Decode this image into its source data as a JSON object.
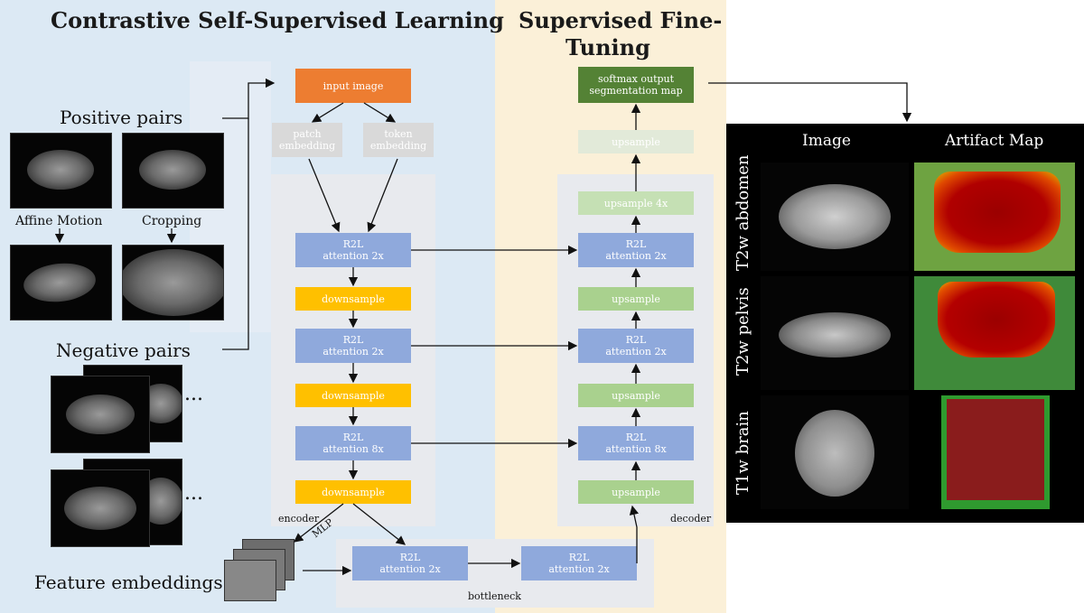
{
  "titles": {
    "left": "Contrastive Self-Supervised Learning",
    "middle_line1": "Supervised Fine-",
    "middle_line2": "Tuning"
  },
  "left_panel": {
    "positive_pairs": "Positive pairs",
    "affine_motion": "Affine Motion",
    "cropping": "Cropping",
    "negative_pairs": "Negative pairs",
    "ellipsis1": "...",
    "ellipsis2": "...",
    "feature_embeddings": "Feature embeddings",
    "mlp": "MLP"
  },
  "encoder": {
    "input_image": "input image",
    "patch_embedding_l1": "patch",
    "patch_embedding_l2": "embedding",
    "token_embedding_l1": "token",
    "token_embedding_l2": "embedding",
    "attn1_l1": "R2L",
    "attn1_l2": "attention 2x",
    "down1": "downsample",
    "attn2_l1": "R2L",
    "attn2_l2": "attention 2x",
    "down2": "downsample",
    "attn3_l1": "R2L",
    "attn3_l2": "attention 8x",
    "down3": "downsample",
    "label": "encoder"
  },
  "bottleneck": {
    "b1_l1": "R2L",
    "b1_l2": "attention 2x",
    "b2_l1": "R2L",
    "b2_l2": "attention 2x",
    "label": "bottleneck"
  },
  "decoder": {
    "output_l1": "softmax output",
    "output_l2": "segmentation map",
    "up_top": "upsample",
    "up4x": "upsample 4x",
    "attn1_l1": "R2L",
    "attn1_l2": "attention 2x",
    "up1": "upsample",
    "attn2_l1": "R2L",
    "attn2_l2": "attention 2x",
    "up2": "upsample",
    "attn3_l1": "R2L",
    "attn3_l2": "attention 8x",
    "up3": "upsample",
    "label": "decoder"
  },
  "results": {
    "col_image": "Image",
    "col_artifact": "Artifact Map",
    "row1": "T2w abdomen",
    "row2": "T2w pelvis",
    "row3": "T1w brain"
  },
  "colors": {
    "left_bg": "#dce9f4",
    "middle_bg": "#fbf0d8",
    "attention": "#8fa9dc",
    "downsample": "#ffc000",
    "upsample": "#a9d18e",
    "input": "#ed7d31",
    "output": "#548235"
  }
}
